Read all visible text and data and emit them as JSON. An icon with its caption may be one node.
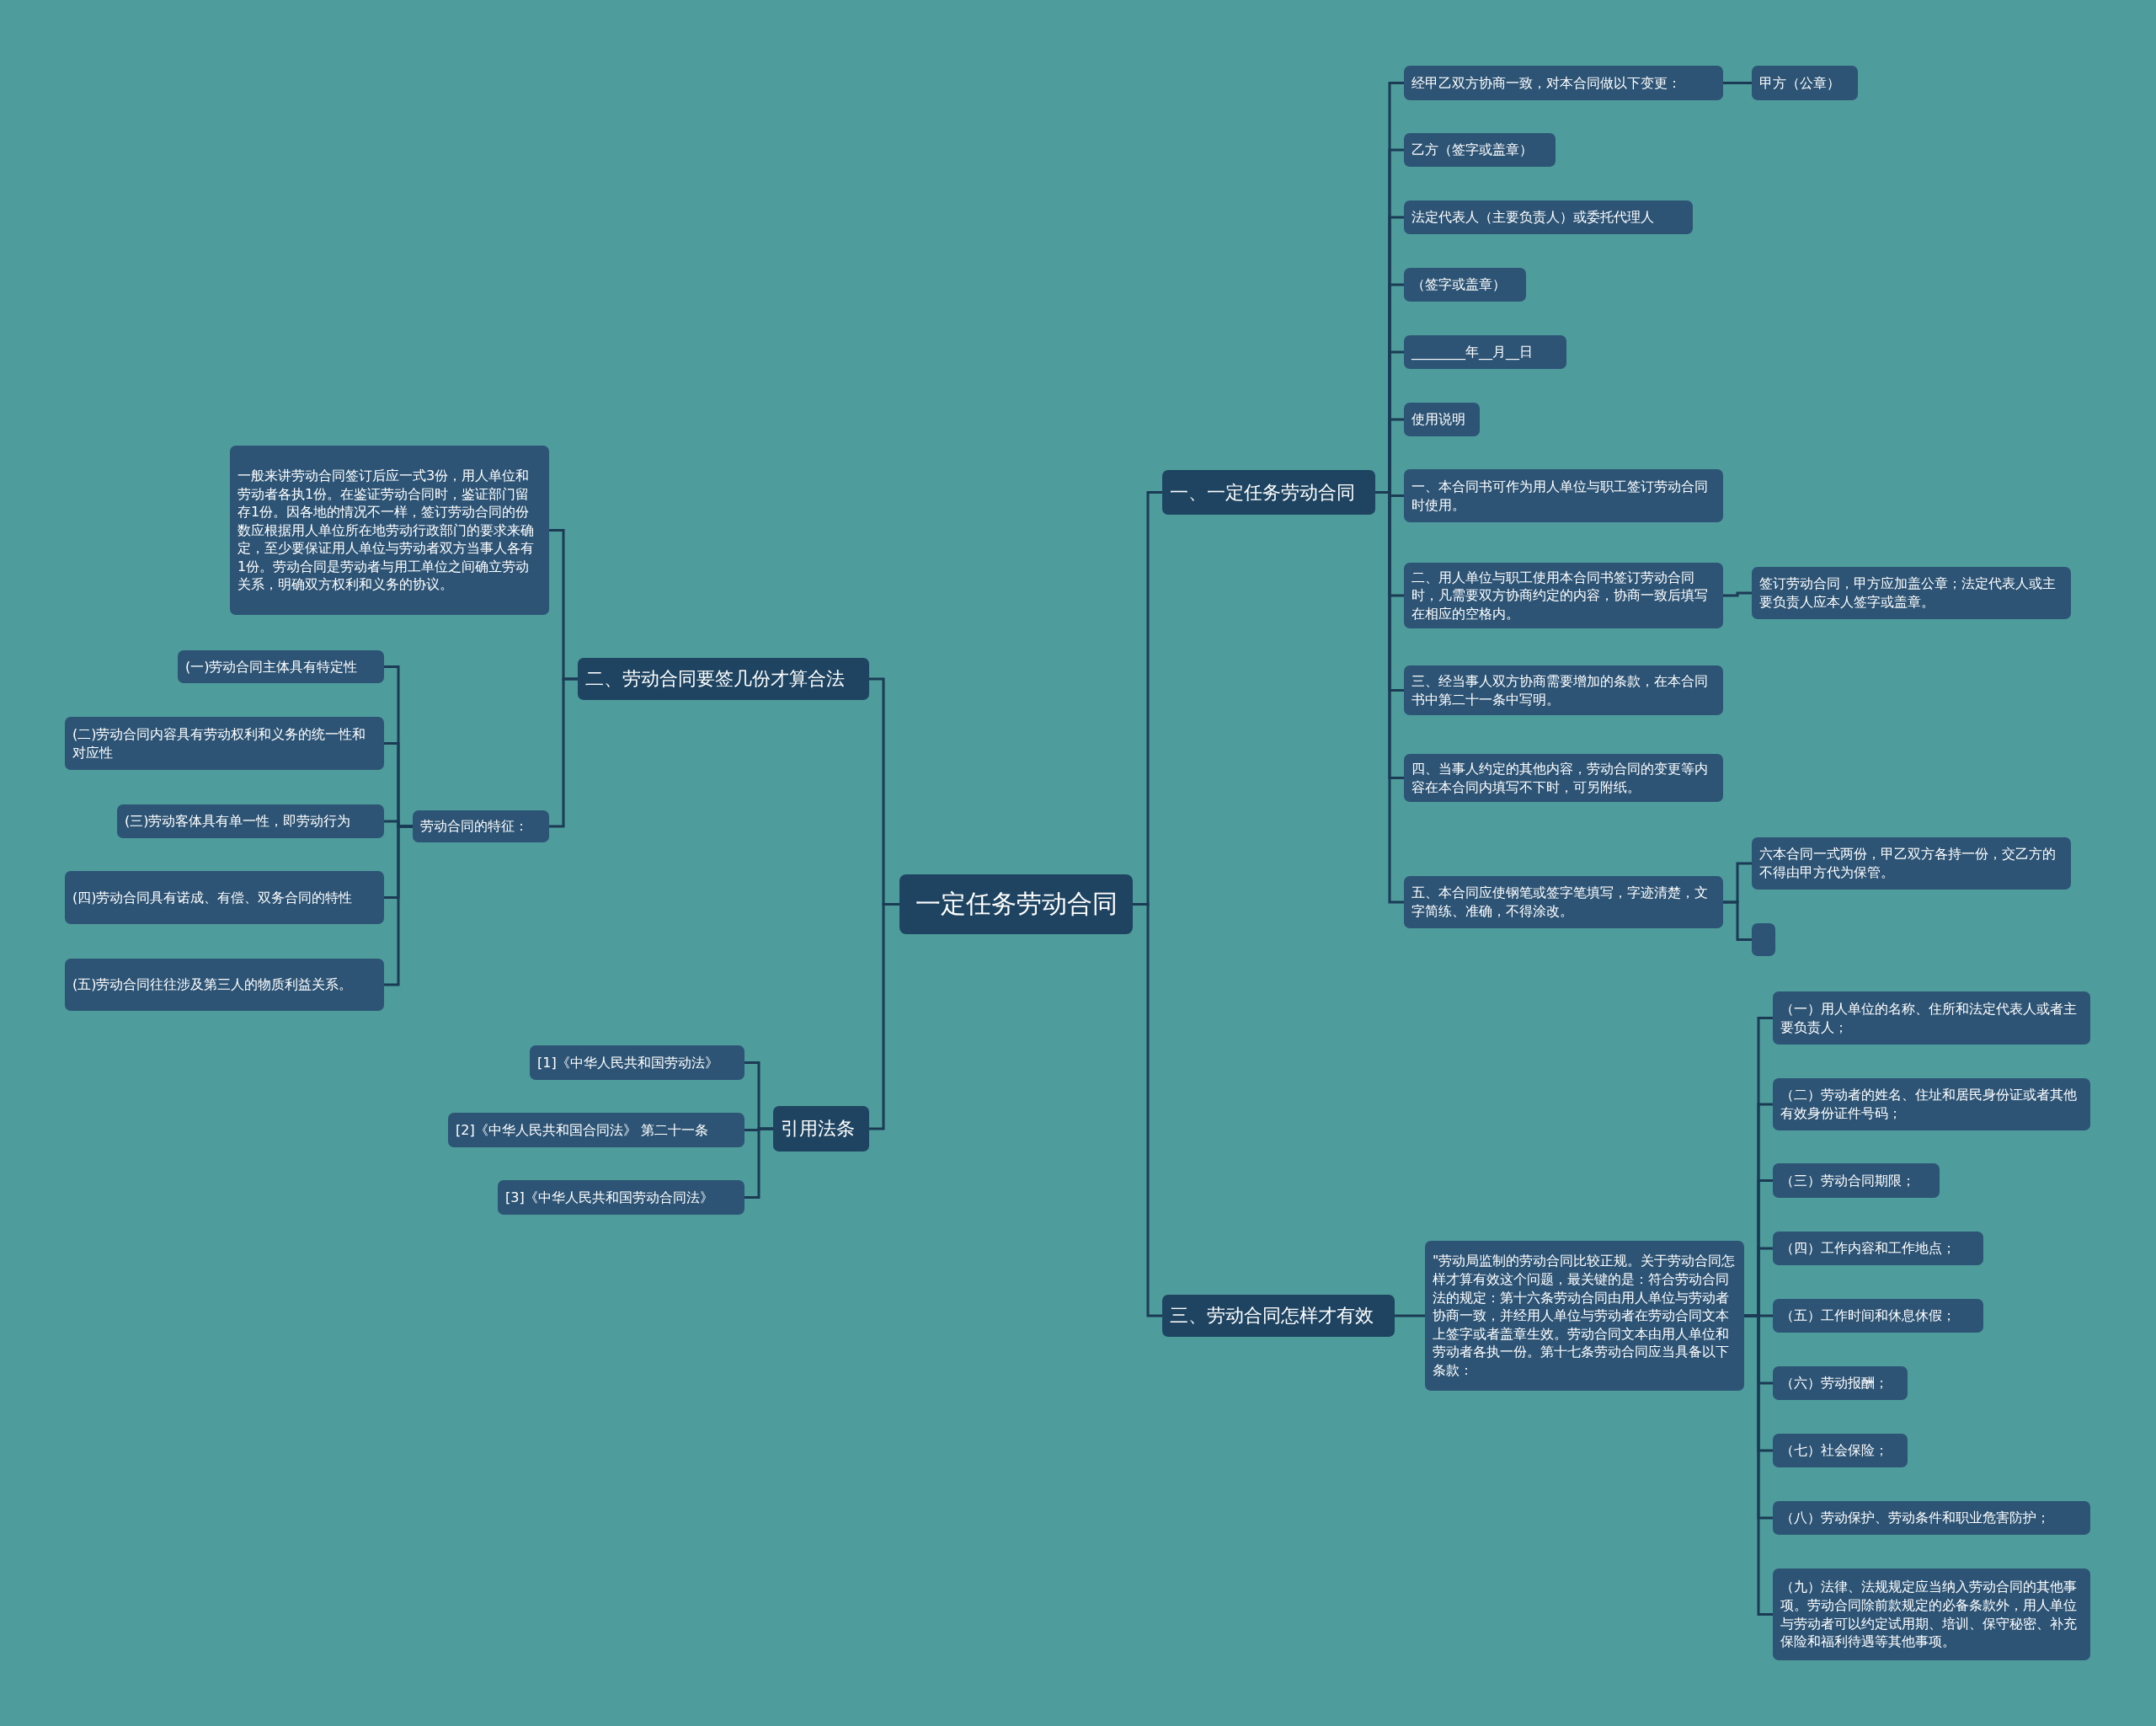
{
  "diagram": {
    "nodes": [
      {
        "text": [
          "一定任务劳动合同"
        ]
      },
      {
        "text": [
          "一、一定任务劳动合同"
        ]
      },
      {
        "text": [
          "经甲乙双方协商一致，对本合同做以下变更："
        ]
      },
      {
        "text": [
          "甲方（公章）"
        ]
      },
      {
        "text": [
          "乙方（签字或盖章）"
        ]
      },
      {
        "text": [
          "法定代表人（主要负责人）或委托代理人"
        ]
      },
      {
        "text": [
          "（签字或盖章）"
        ]
      },
      {
        "text": [
          "________年__月__日"
        ]
      },
      {
        "text": [
          "使用说明"
        ]
      },
      {
        "text": [
          "一、本合同书可作为用人单位与职工签订劳动合同时使用。"
        ]
      },
      {
        "text": [
          "二、用人单位与职工使用本合同书签订劳动合同时，凡需要双方协商约定的内容，协商一致后填写在相应的空格内。"
        ]
      },
      {
        "text": [
          "签订劳动合同，甲方应加盖公章；法定代表人或主要负责人应本人签字或盖章。"
        ]
      },
      {
        "text": [
          "三、经当事人双方协商需要增加的条款，在本合同书中第二十一条中写明。"
        ]
      },
      {
        "text": [
          "四、当事人约定的其他内容，劳动合同的变更等内容在本合同内填写不下时，可另附纸。"
        ]
      },
      {
        "text": [
          "五、本合同应使钢笔或签字笔填写，字迹清楚，文字简练、准确，不得涂改。"
        ]
      },
      {
        "text": [
          "六本合同一式两份，甲乙双方各持一份，交乙方的不得由甲方代为保管。"
        ]
      },
      {
        "text": [],
        "shape": "box"
      },
      {
        "text": [
          "三、劳动合同怎样才有效"
        ]
      },
      {
        "text": [
          "\"劳动局监制的劳动合同比较正规。关于劳动合同怎样才算有效这个问题，最关键的是：符合劳动合同法的规定：第十六条劳动合同由用人单位与劳动者协商一致，并经用人单位与劳动者在劳动合同文本上签字或者盖章生效。劳动合同文本由用人单位和劳动者各执一份。第十七条劳动合同应当具备以下条款："
        ]
      },
      {
        "text": [
          "（一）用人单位的名称、住所和法定代表人或者主要负责人；"
        ]
      },
      {
        "text": [
          "（二）劳动者的姓名、住址和居民身份证或者其他有效身份证件号码；"
        ]
      },
      {
        "text": [
          "（三）劳动合同期限；"
        ]
      },
      {
        "text": [
          "（四）工作内容和工作地点；"
        ]
      },
      {
        "text": [
          "（五）工作时间和休息休假；"
        ]
      },
      {
        "text": [
          "（六）劳动报酬；"
        ]
      },
      {
        "text": [
          "（七）社会保险；"
        ]
      },
      {
        "text": [
          "（八）劳动保护、劳动条件和职业危害防护；"
        ]
      },
      {
        "text": [
          "（九）法律、法规规定应当纳入劳动合同的其他事项。劳动合同除前款规定的必备条款外，用人单位与劳动者可以约定试用期、培训、保守秘密、补充保险和福利待遇等其他事项。"
        ]
      },
      {
        "text": [
          "二、劳动合同要签几份才算合法"
        ]
      },
      {
        "text": [
          "一般来讲劳动合同签订后应一式3份，用人单位和劳动者各执1份。在鉴证劳动合同时，鉴证部门留存1份。因各地的情况不一样，签订劳动合同的份数应根据用人单位所在地劳动行政部门的要求来确定，至少要保证用人单位与劳动者双方当事人各有1份。劳动合同是劳动者与用工单位之间确立劳动关系，明确双方权利和义务的协议。"
        ]
      },
      {
        "text": [
          "劳动合同的特征："
        ]
      },
      {
        "text": [
          "(一)劳动合同主体具有特定性"
        ]
      },
      {
        "text": [
          "(二)劳动合同内容具有劳动权利和义务的统一性和对应性"
        ]
      },
      {
        "text": [
          "(三)劳动客体具有单一性，即劳动行为"
        ]
      },
      {
        "text": [
          "(四)劳动合同具有诺成、有偿、双务合同的特性"
        ]
      },
      {
        "text": [
          "(五)劳动合同往往涉及第三人的物质利益关系。"
        ]
      },
      {
        "text": [
          "引用法条"
        ]
      },
      {
        "text": [
          "[1]《中华人民共和国劳动法》"
        ]
      },
      {
        "text": [
          "[2]《中华人民共和国合同法》 第二十一条"
        ]
      },
      {
        "text": [
          "[3]《中华人民共和国劳动合同法》"
        ]
      }
    ],
    "edges": [
      {
        "from": 0,
        "to": 1,
        "arrow": "none"
      },
      {
        "from": 1,
        "to": 2,
        "arrow": "none"
      },
      {
        "from": 2,
        "to": 3,
        "arrow": "none"
      },
      {
        "from": 1,
        "to": 4,
        "arrow": "none"
      },
      {
        "from": 1,
        "to": 5,
        "arrow": "none"
      },
      {
        "from": 1,
        "to": 6,
        "arrow": "none"
      },
      {
        "from": 1,
        "to": 7,
        "arrow": "none"
      },
      {
        "from": 1,
        "to": 8,
        "arrow": "none"
      },
      {
        "from": 1,
        "to": 9,
        "arrow": "none"
      },
      {
        "from": 1,
        "to": 10,
        "arrow": "none"
      },
      {
        "from": 10,
        "to": 11,
        "arrow": "none"
      },
      {
        "from": 1,
        "to": 12,
        "arrow": "none"
      },
      {
        "from": 1,
        "to": 13,
        "arrow": "none"
      },
      {
        "from": 1,
        "to": 14,
        "arrow": "none"
      },
      {
        "from": 14,
        "to": 15,
        "arrow": "none"
      },
      {
        "from": 14,
        "to": 16,
        "arrow": "none"
      },
      {
        "from": 0,
        "to": 17,
        "arrow": "none"
      },
      {
        "from": 17,
        "to": 18,
        "arrow": "none"
      },
      {
        "from": 18,
        "to": 19,
        "arrow": "none"
      },
      {
        "from": 18,
        "to": 20,
        "arrow": "none"
      },
      {
        "from": 18,
        "to": 21,
        "arrow": "none"
      },
      {
        "from": 18,
        "to": 22,
        "arrow": "none"
      },
      {
        "from": 18,
        "to": 23,
        "arrow": "none"
      },
      {
        "from": 18,
        "to": 24,
        "arrow": "none"
      },
      {
        "from": 18,
        "to": 25,
        "arrow": "none"
      },
      {
        "from": 18,
        "to": 26,
        "arrow": "none"
      },
      {
        "from": 18,
        "to": 27,
        "arrow": "none"
      },
      {
        "from": 0,
        "to": 28,
        "arrow": "none"
      },
      {
        "from": 28,
        "to": 29,
        "arrow": "none"
      },
      {
        "from": 28,
        "to": 30,
        "arrow": "none"
      },
      {
        "from": 30,
        "to": 31,
        "arrow": "none"
      },
      {
        "from": 30,
        "to": 32,
        "arrow": "none"
      },
      {
        "from": 30,
        "to": 33,
        "arrow": "none"
      },
      {
        "from": 30,
        "to": 34,
        "arrow": "none"
      },
      {
        "from": 30,
        "to": 35,
        "arrow": "none"
      },
      {
        "from": 0,
        "to": 36,
        "arrow": "none"
      },
      {
        "from": 36,
        "to": 37,
        "arrow": "none"
      },
      {
        "from": 36,
        "to": 38,
        "arrow": "none"
      },
      {
        "from": 36,
        "to": 39,
        "arrow": "none"
      }
    ]
  }
}
